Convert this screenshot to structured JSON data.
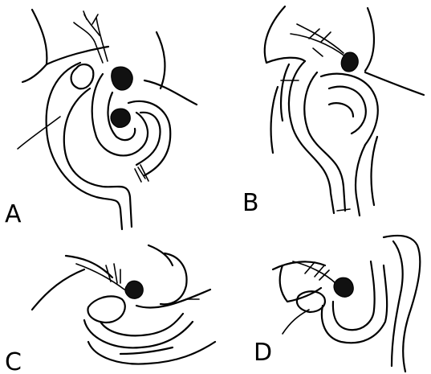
{
  "panels": [
    {
      "id": "panel-a",
      "label": "A"
    },
    {
      "id": "panel-b",
      "label": "B"
    },
    {
      "id": "panel-c",
      "label": "C"
    },
    {
      "id": "panel-d",
      "label": "D"
    }
  ],
  "colors": {
    "ink": "#000000",
    "background": "#ffffff"
  }
}
